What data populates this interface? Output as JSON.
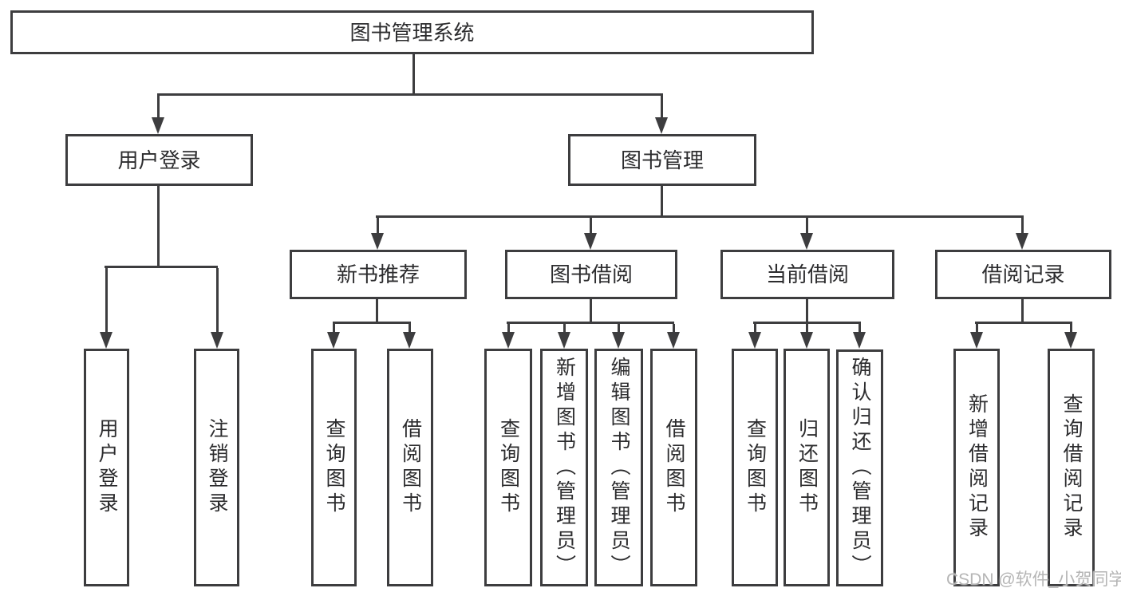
{
  "diagram": {
    "root": {
      "label": "图书管理系统",
      "children": [
        {
          "label": "用户登录",
          "children": [
            {
              "label": "用户登录"
            },
            {
              "label": "注销登录"
            }
          ]
        },
        {
          "label": "图书管理",
          "children": [
            {
              "label": "新书推荐",
              "children": [
                {
                  "label": "查询图书"
                },
                {
                  "label": "借阅图书"
                }
              ]
            },
            {
              "label": "图书借阅",
              "children": [
                {
                  "label": "查询图书"
                },
                {
                  "label": "新增图书（管理员）"
                },
                {
                  "label": "编辑图书（管理员）"
                },
                {
                  "label": "借阅图书"
                }
              ]
            },
            {
              "label": "当前借阅",
              "children": [
                {
                  "label": "查询图书"
                },
                {
                  "label": "归还图书"
                },
                {
                  "label": "确认归还（管理员）"
                }
              ]
            },
            {
              "label": "借阅记录",
              "children": [
                {
                  "label": "新增借阅记录"
                },
                {
                  "label": "查询借阅记录"
                }
              ]
            }
          ]
        }
      ]
    }
  },
  "watermark": {
    "text": "CSDN @软件_小贺同学"
  },
  "colors": {
    "line": "#3d3d3f",
    "text": "#2c2c2e",
    "watermark": "#b5b5b5",
    "background": "#ffffff"
  }
}
